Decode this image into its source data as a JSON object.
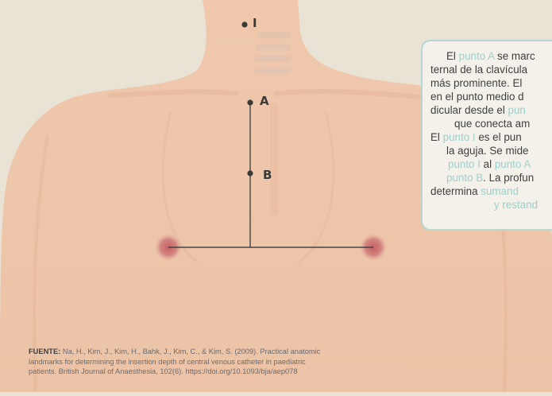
{
  "points": {
    "I": {
      "label": "I"
    },
    "A": {
      "label": "A"
    },
    "B": {
      "label": "B"
    }
  },
  "callout": {
    "l1_a": "El ",
    "l1_hl": "punto A",
    "l1_b": " se marc",
    "l2": "ternal de la clavícula",
    "l3": "más prominente. El",
    "l4": "en el punto medio d",
    "l5_a": "dicular desde el ",
    "l5_hl": "pun",
    "l6": "que conecta am",
    "l7_a": "El ",
    "l7_hl": "punto I",
    "l7_b": " es el pun",
    "l8": "la aguja. Se mide",
    "l9_hl1": "punto I",
    "l9_a": " al ",
    "l9_hl2": "punto A",
    "l10_hl": "punto B",
    "l10_a": ". La profun",
    "l11_a": "determina ",
    "l11_hl": "sumand",
    "l12_hl": "y restand"
  },
  "source": {
    "label": "FUENTE:",
    "line1": " Na, H., Kim, J., Kim, H., Bahk, J., Kim, C., & Kim, S. (2009). Practical anatomic",
    "line2": "landmarks for determining the insertion depth of central venous catheter in paediatric",
    "line3": "patients. British Journal of Anaesthesia, 102(6). https://doi.org/10.1093/bja/aep078"
  },
  "colors": {
    "background": "#e9e3d6",
    "skin": "#efc9ae",
    "nipple": "#c86a6e",
    "accent_teal": "#9fcfca",
    "line": "#444444"
  }
}
